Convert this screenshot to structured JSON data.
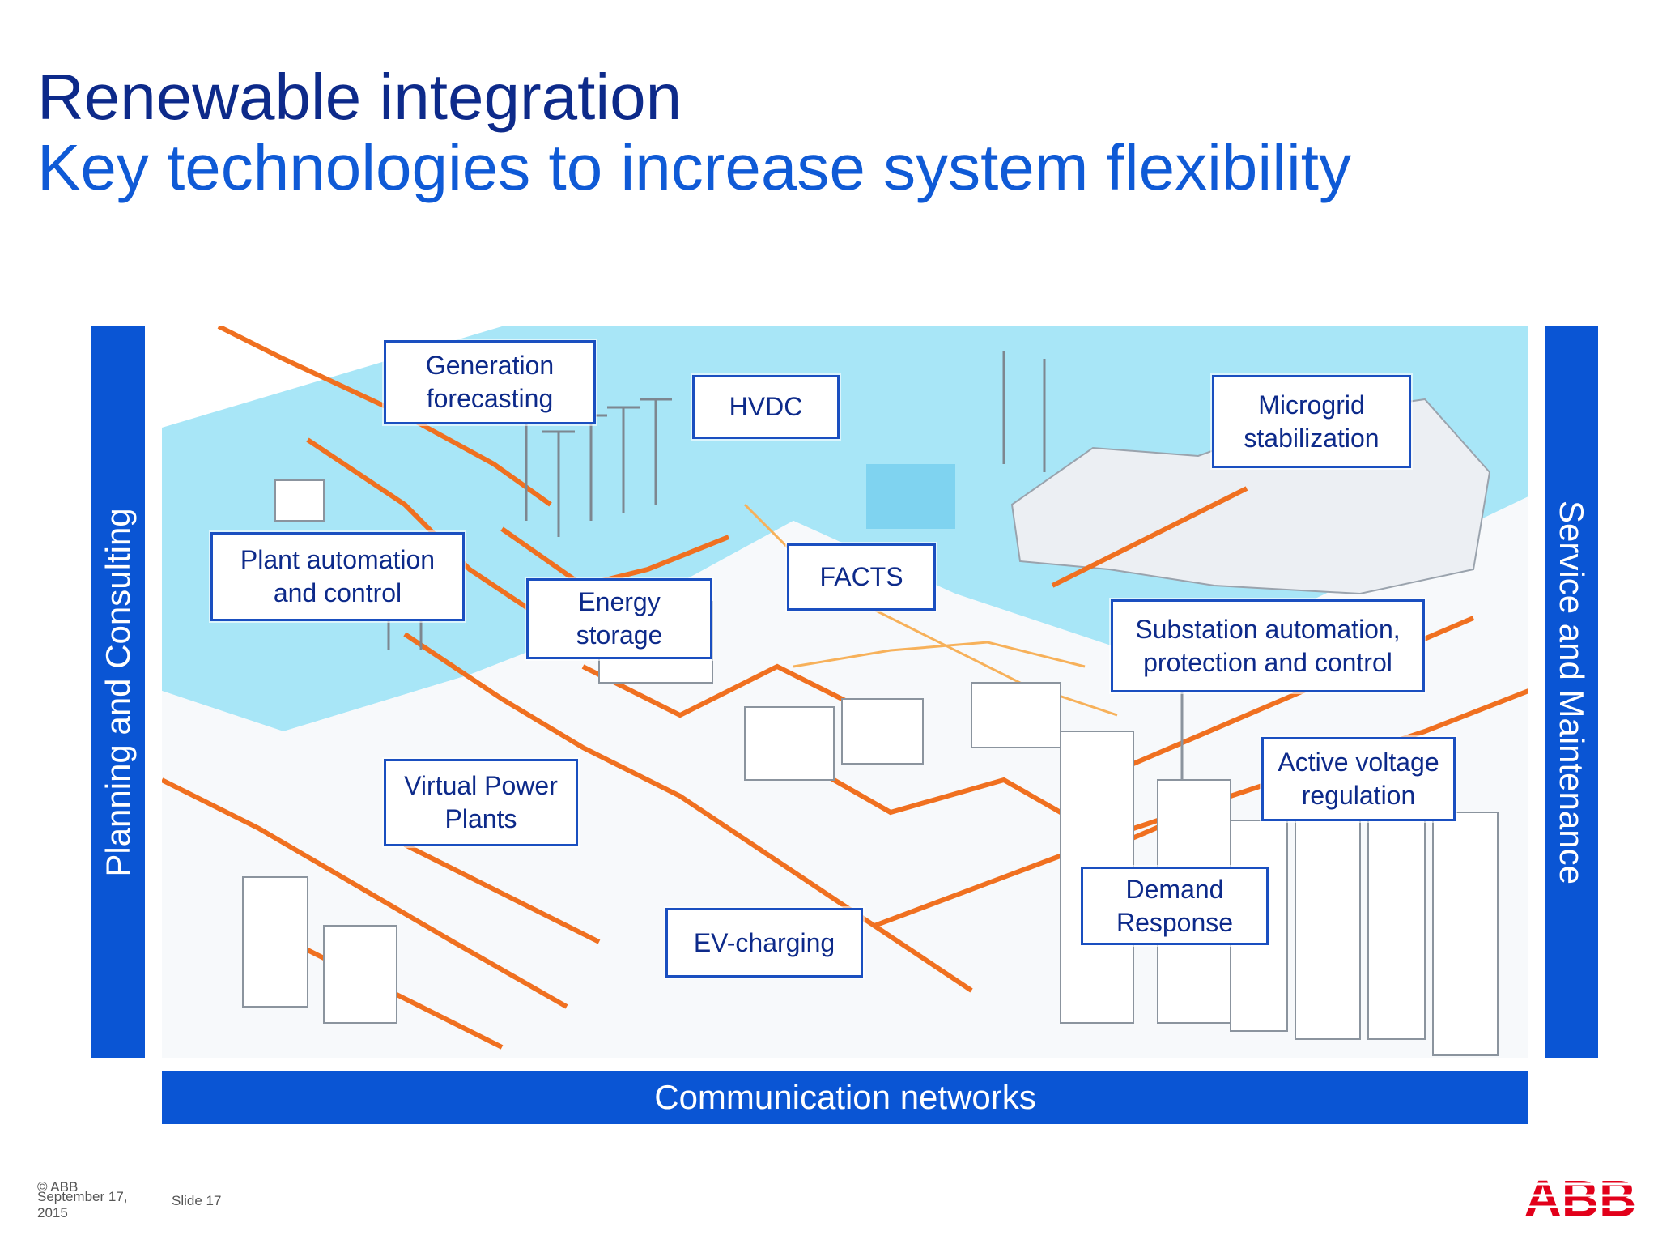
{
  "title": "Renewable integration",
  "subtitle": "Key technologies to increase system flexibility",
  "side_left": "Planning and Consulting",
  "side_right": "Service and Maintenance",
  "bottom": "Communication networks",
  "labels": {
    "generation_forecasting": "Generation\nforecasting",
    "hvdc": "HVDC",
    "microgrid": "Microgrid\nstabilization",
    "plant_automation": "Plant automation\nand control",
    "facts": "FACTS",
    "energy_storage": "Energy\nstorage",
    "substation": "Substation automation,\nprotection and control",
    "active_voltage": "Active voltage\nregulation",
    "vpp": "Virtual Power\nPlants",
    "demand_response": "Demand\nResponse",
    "ev_charging": "EV-charging"
  },
  "footer": {
    "copyright": "© ABB",
    "date": "September 17,\n2015",
    "slide": "Slide 17",
    "logo": "ABB"
  },
  "colors": {
    "title": "#0d2a8a",
    "subtitle": "#0f5ad6",
    "bar": "#0a55d4",
    "water": "#a8e6f7",
    "grid_line": "#f07020",
    "logo": "#e2001a"
  }
}
